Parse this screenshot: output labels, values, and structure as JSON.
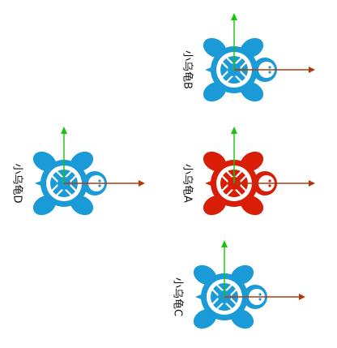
{
  "colors": {
    "turtle_blue": "#1a9ad6",
    "turtle_red": "#d81e06",
    "axis_y_green": "#16c60c",
    "axis_x_brown": "#b03a0e",
    "label": "#111111"
  },
  "turtles": [
    {
      "id": "B",
      "label": "小乌龟B",
      "color": "turtle_blue"
    },
    {
      "id": "A",
      "label": "小乌龟A",
      "color": "turtle_red"
    },
    {
      "id": "D",
      "label": "小乌龟D",
      "color": "turtle_blue"
    },
    {
      "id": "C",
      "label": "小乌龟C",
      "color": "turtle_blue"
    }
  ],
  "icon_names": {
    "turtle": "turtle-icon",
    "x_axis": "x-axis-arrow",
    "y_axis": "y-axis-arrow"
  }
}
